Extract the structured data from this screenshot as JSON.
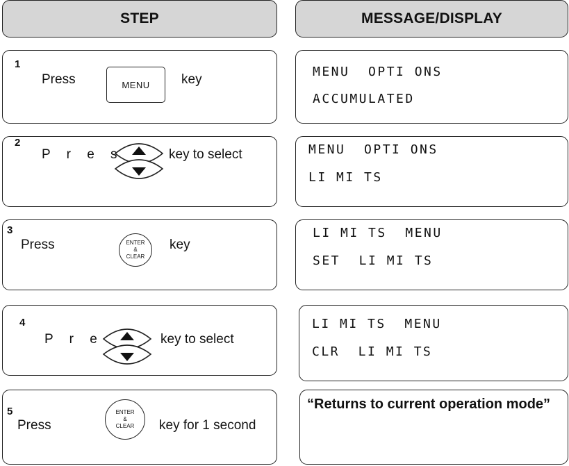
{
  "header": {
    "step": "STEP",
    "message": "MESSAGE/DISPLAY"
  },
  "steps": [
    {
      "num": "1",
      "press": "Press",
      "key": "MENU",
      "after": "key",
      "display": [
        "MENU  OPTI ONS",
        "ACCUMULATED"
      ]
    },
    {
      "num": "2",
      "press": "P r e s s",
      "after": "key to select",
      "display": [
        "MENU  OPTI ONS",
        "LI MI TS"
      ]
    },
    {
      "num": "3",
      "press": "Press",
      "key_lines": [
        "ENTER",
        "&",
        "CLEAR"
      ],
      "after": "key",
      "display": [
        "LI MI TS  MENU",
        "SET  LI MI TS"
      ]
    },
    {
      "num": "4",
      "press": "P r e s s",
      "after": "key to select",
      "display": [
        "LI MI TS  MENU",
        "CLR  LI MI TS"
      ]
    },
    {
      "num": "5",
      "press": "Press",
      "key_lines": [
        "ENTER",
        "&",
        "CLEAR"
      ],
      "after": "key for 1 second",
      "display_text": "“Returns to current operation mode”"
    }
  ],
  "icons": {
    "up_arrow": "up-arrow-key-icon",
    "down_arrow": "down-arrow-key-icon",
    "enter_clear": "enter-clear-key-icon"
  }
}
